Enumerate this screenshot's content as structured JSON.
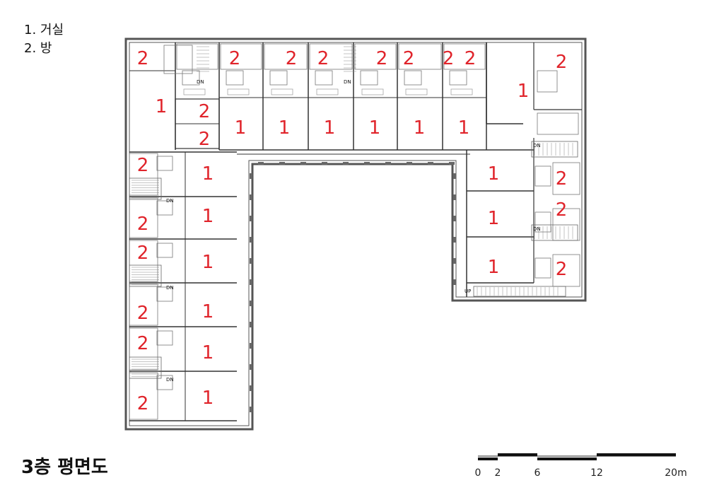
{
  "legend": [
    {
      "text": "1. 거실"
    },
    {
      "text": "2. 방"
    }
  ],
  "title": "3층 평면도",
  "room_labels": {
    "living": "1",
    "room": "2"
  },
  "stair_labels": {
    "down": "DN",
    "up": "UP"
  },
  "scale": {
    "ticks": [
      "0",
      "2",
      "6",
      "12",
      "20m"
    ],
    "values": [
      0,
      2,
      6,
      12,
      20
    ]
  },
  "colors": {
    "room_label": "#e0242b",
    "wall": "#555555",
    "line": "#333333"
  }
}
